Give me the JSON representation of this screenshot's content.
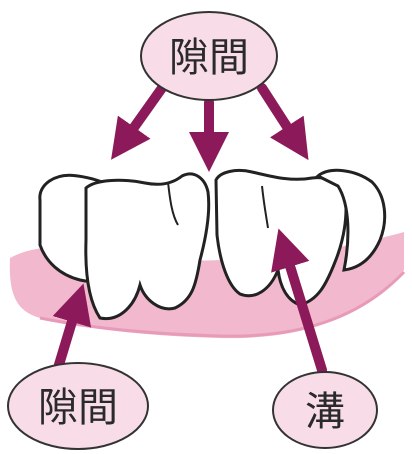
{
  "labels": {
    "top": "隙間",
    "bottom_left": "隙間",
    "bottom_right": "溝"
  },
  "colors": {
    "bubble_fill": "#f8dde9",
    "bubble_stroke": "#333333",
    "gum": "#f2b8cd",
    "tooth_fill": "#ffffff",
    "tooth_outline": "#222222",
    "arrow": "#8c1a5a"
  }
}
